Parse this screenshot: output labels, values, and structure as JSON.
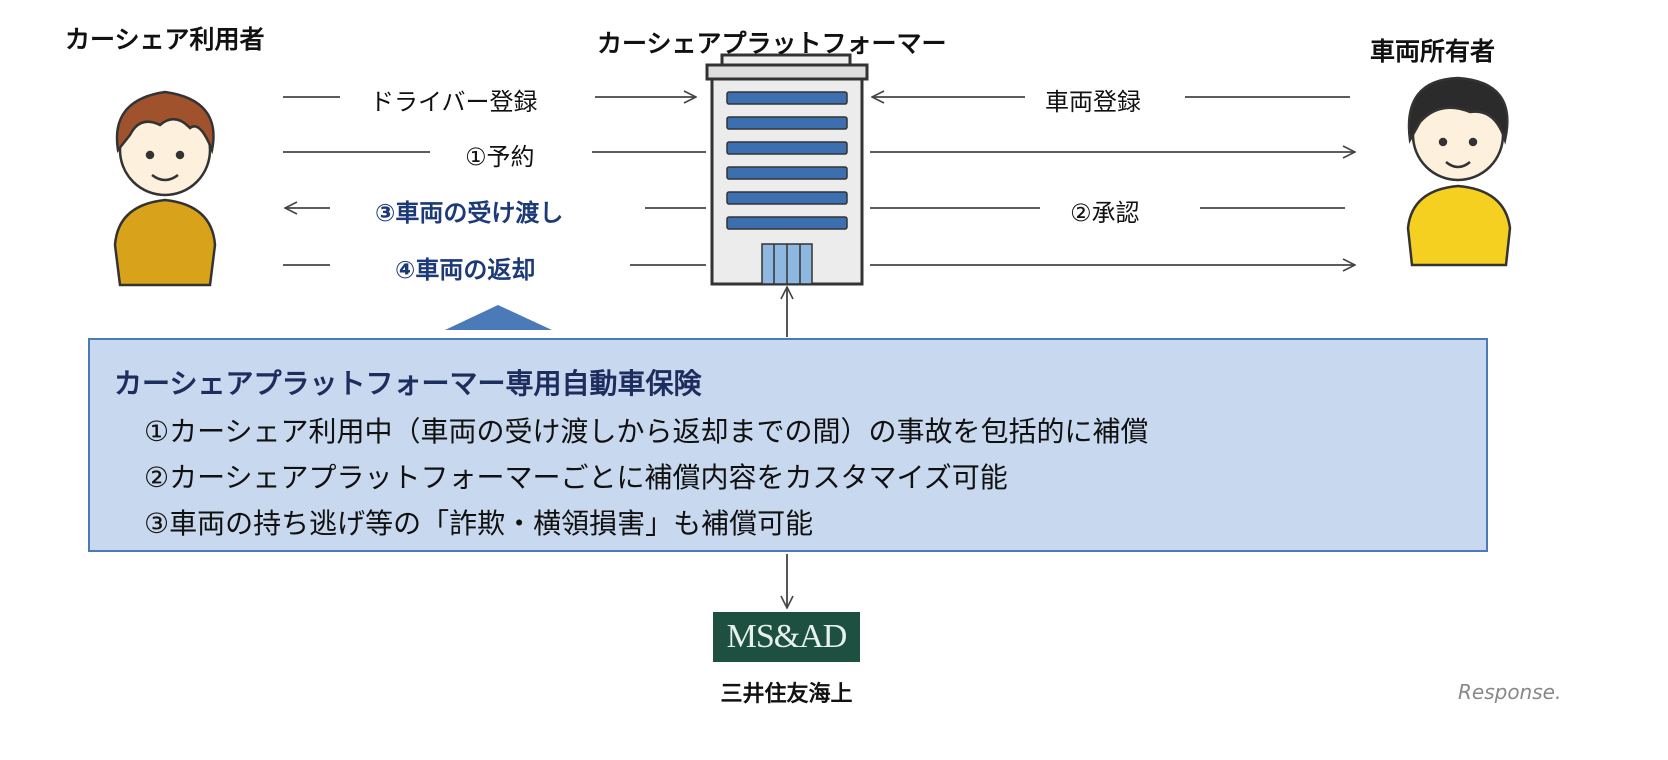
{
  "actors": {
    "user": "カーシェア利用者",
    "platform": "カーシェアプラットフォーマー",
    "owner": "車両所有者"
  },
  "flows": {
    "driver_registration": "ドライバー登録",
    "reservation": "①予約",
    "handover": "③車両の受け渡し",
    "return": "④車両の返却",
    "vehicle_registration": "車両登録",
    "approval": "②承認"
  },
  "insurance_box": {
    "title": "カーシェアプラットフォーマー専用自動車保険",
    "points": [
      "①カーシェア利用中（車両の受け渡しから返却までの間）の事故を包括的に補償",
      "②カーシェアプラットフォーマーごとに補償内容をカスタマイズ可能",
      "③車両の持ち逃げ等の「詐欺・横領損害」も補償可能"
    ]
  },
  "insurer": {
    "logo_text": "MS&AD",
    "name": "三井住友海上"
  },
  "watermark": "Response.",
  "colors": {
    "accent_blue": "#1c3a78",
    "box_fill": "#c8d8ee",
    "box_border": "#4a7ab8",
    "logo_green": "#1d5040",
    "shirt": "#d9a21b"
  }
}
